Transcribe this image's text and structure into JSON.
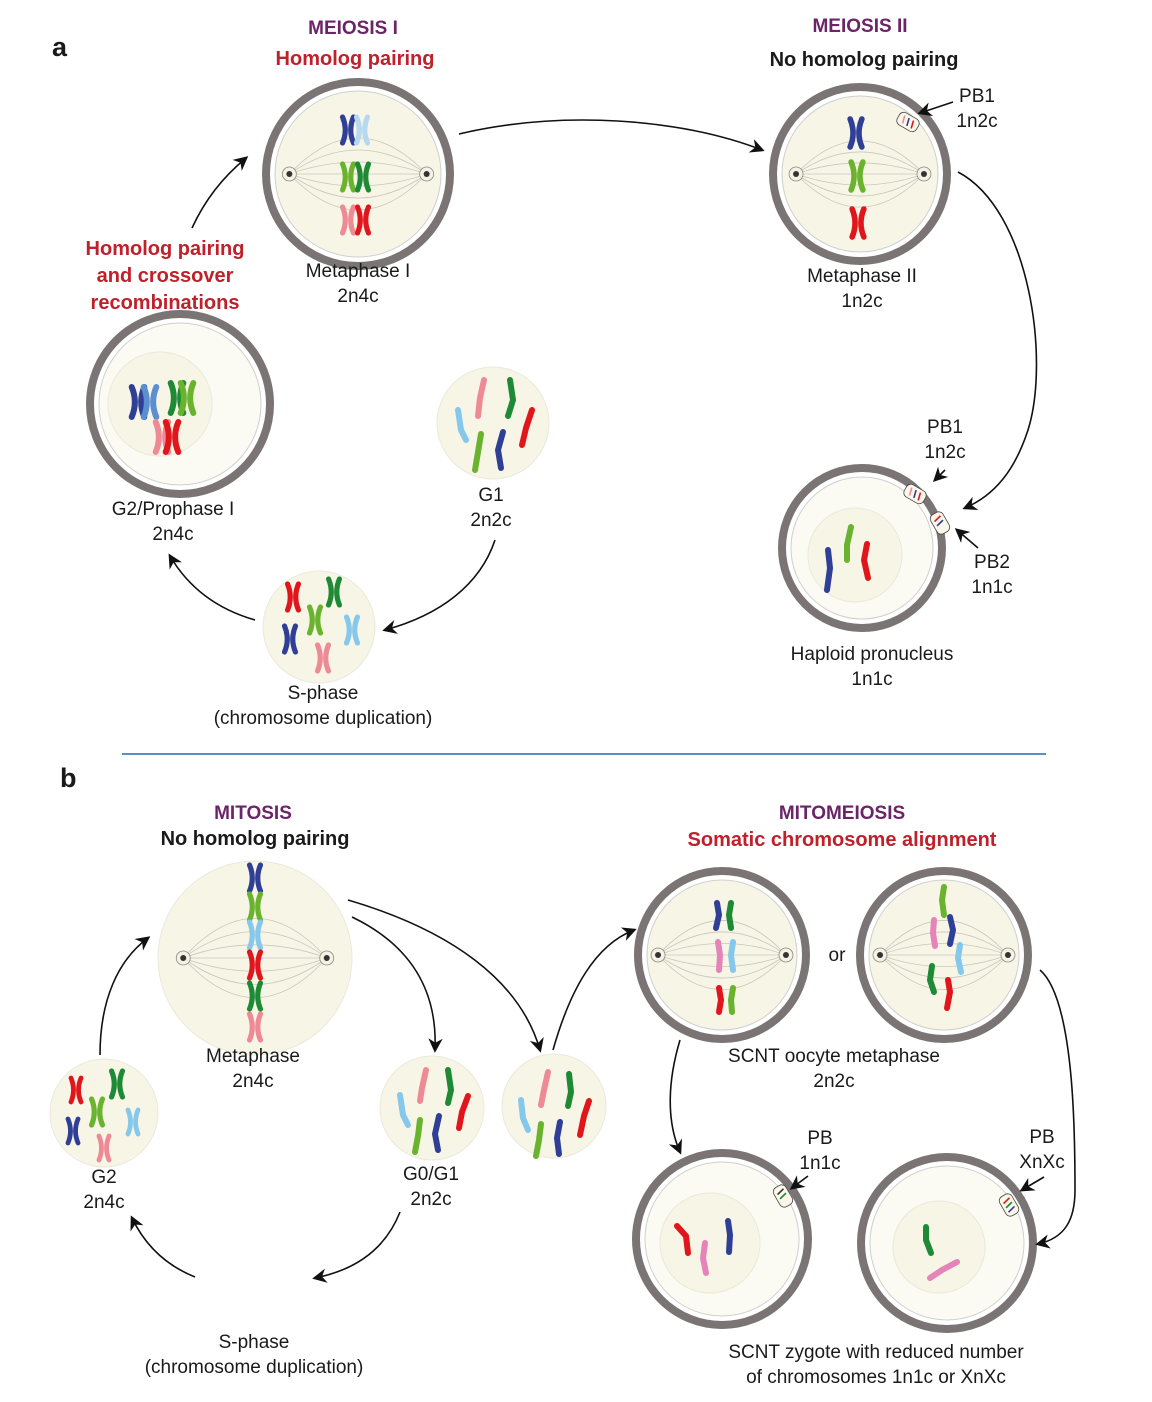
{
  "panel_a": {
    "letter": "a",
    "meiosis1": {
      "title": "MEIOSIS I",
      "subtitle": "Homolog pairing"
    },
    "meiosis2": {
      "title": "MEIOSIS II",
      "subtitle": "No homolog pairing"
    },
    "prophase_note": [
      "Homolog pairing",
      "and crossover",
      "recombinations"
    ],
    "stages": {
      "metaphase1": {
        "name": "Metaphase I",
        "ploidy": "2n4c"
      },
      "metaphase2": {
        "name": "Metaphase II",
        "ploidy": "1n2c"
      },
      "g2_prophase1": {
        "name": "G2/Prophase I",
        "ploidy": "2n4c"
      },
      "g1": {
        "name": "G1",
        "ploidy": "2n2c"
      },
      "s_phase": {
        "name": "S-phase",
        "note": "(chromosome duplication)"
      },
      "haploid": {
        "name": "Haploid pronucleus",
        "ploidy": "1n1c"
      }
    },
    "polar_bodies": {
      "pb1_top": {
        "name": "PB1",
        "ploidy": "1n2c"
      },
      "pb1_bottom": {
        "name": "PB1",
        "ploidy": "1n2c"
      },
      "pb2": {
        "name": "PB2",
        "ploidy": "1n1c"
      }
    }
  },
  "panel_b": {
    "letter": "b",
    "mitosis": {
      "title": "MITOSIS",
      "subtitle": "No homolog pairing"
    },
    "mitomeiosis": {
      "title": "MITOMEIOSIS",
      "subtitle": "Somatic chromosome alignment"
    },
    "stages": {
      "metaphase": {
        "name": "Metaphase",
        "ploidy": "2n4c"
      },
      "g2": {
        "name": "G2",
        "ploidy": "2n4c"
      },
      "g0g1": {
        "name": "G0/G1",
        "ploidy": "2n2c"
      },
      "s_phase": {
        "name": "S-phase",
        "note": "(chromosome duplication)"
      },
      "scnt_metaphase": {
        "name": "SCNT oocyte metaphase",
        "ploidy": "2n2c"
      },
      "scnt_zygote": {
        "line1": "SCNT zygote  with reduced number",
        "line2": "of chromosomes 1n1c  or  XnXc"
      }
    },
    "or_label": "or",
    "polar_bodies": {
      "pb_left": {
        "name": "PB",
        "ploidy": "1n1c"
      },
      "pb_right": {
        "name": "PB",
        "ploidy": "XnXc"
      }
    }
  },
  "colors": {
    "title_purple": "#6b2468",
    "title_red": "#c0202a",
    "zona": "#7a7474",
    "cytoplasm": "#f7f5e6",
    "divider": "#5b8fc4",
    "chrom_blue": "#2f3f96",
    "chrom_lightblue": "#86c7ec",
    "chrom_green": "#1e8a35",
    "chrom_lightgreen": "#6ab32e",
    "chrom_red": "#e0161c",
    "chrom_pink": "#ee8a96",
    "chrom_magenta": "#e584b8"
  }
}
